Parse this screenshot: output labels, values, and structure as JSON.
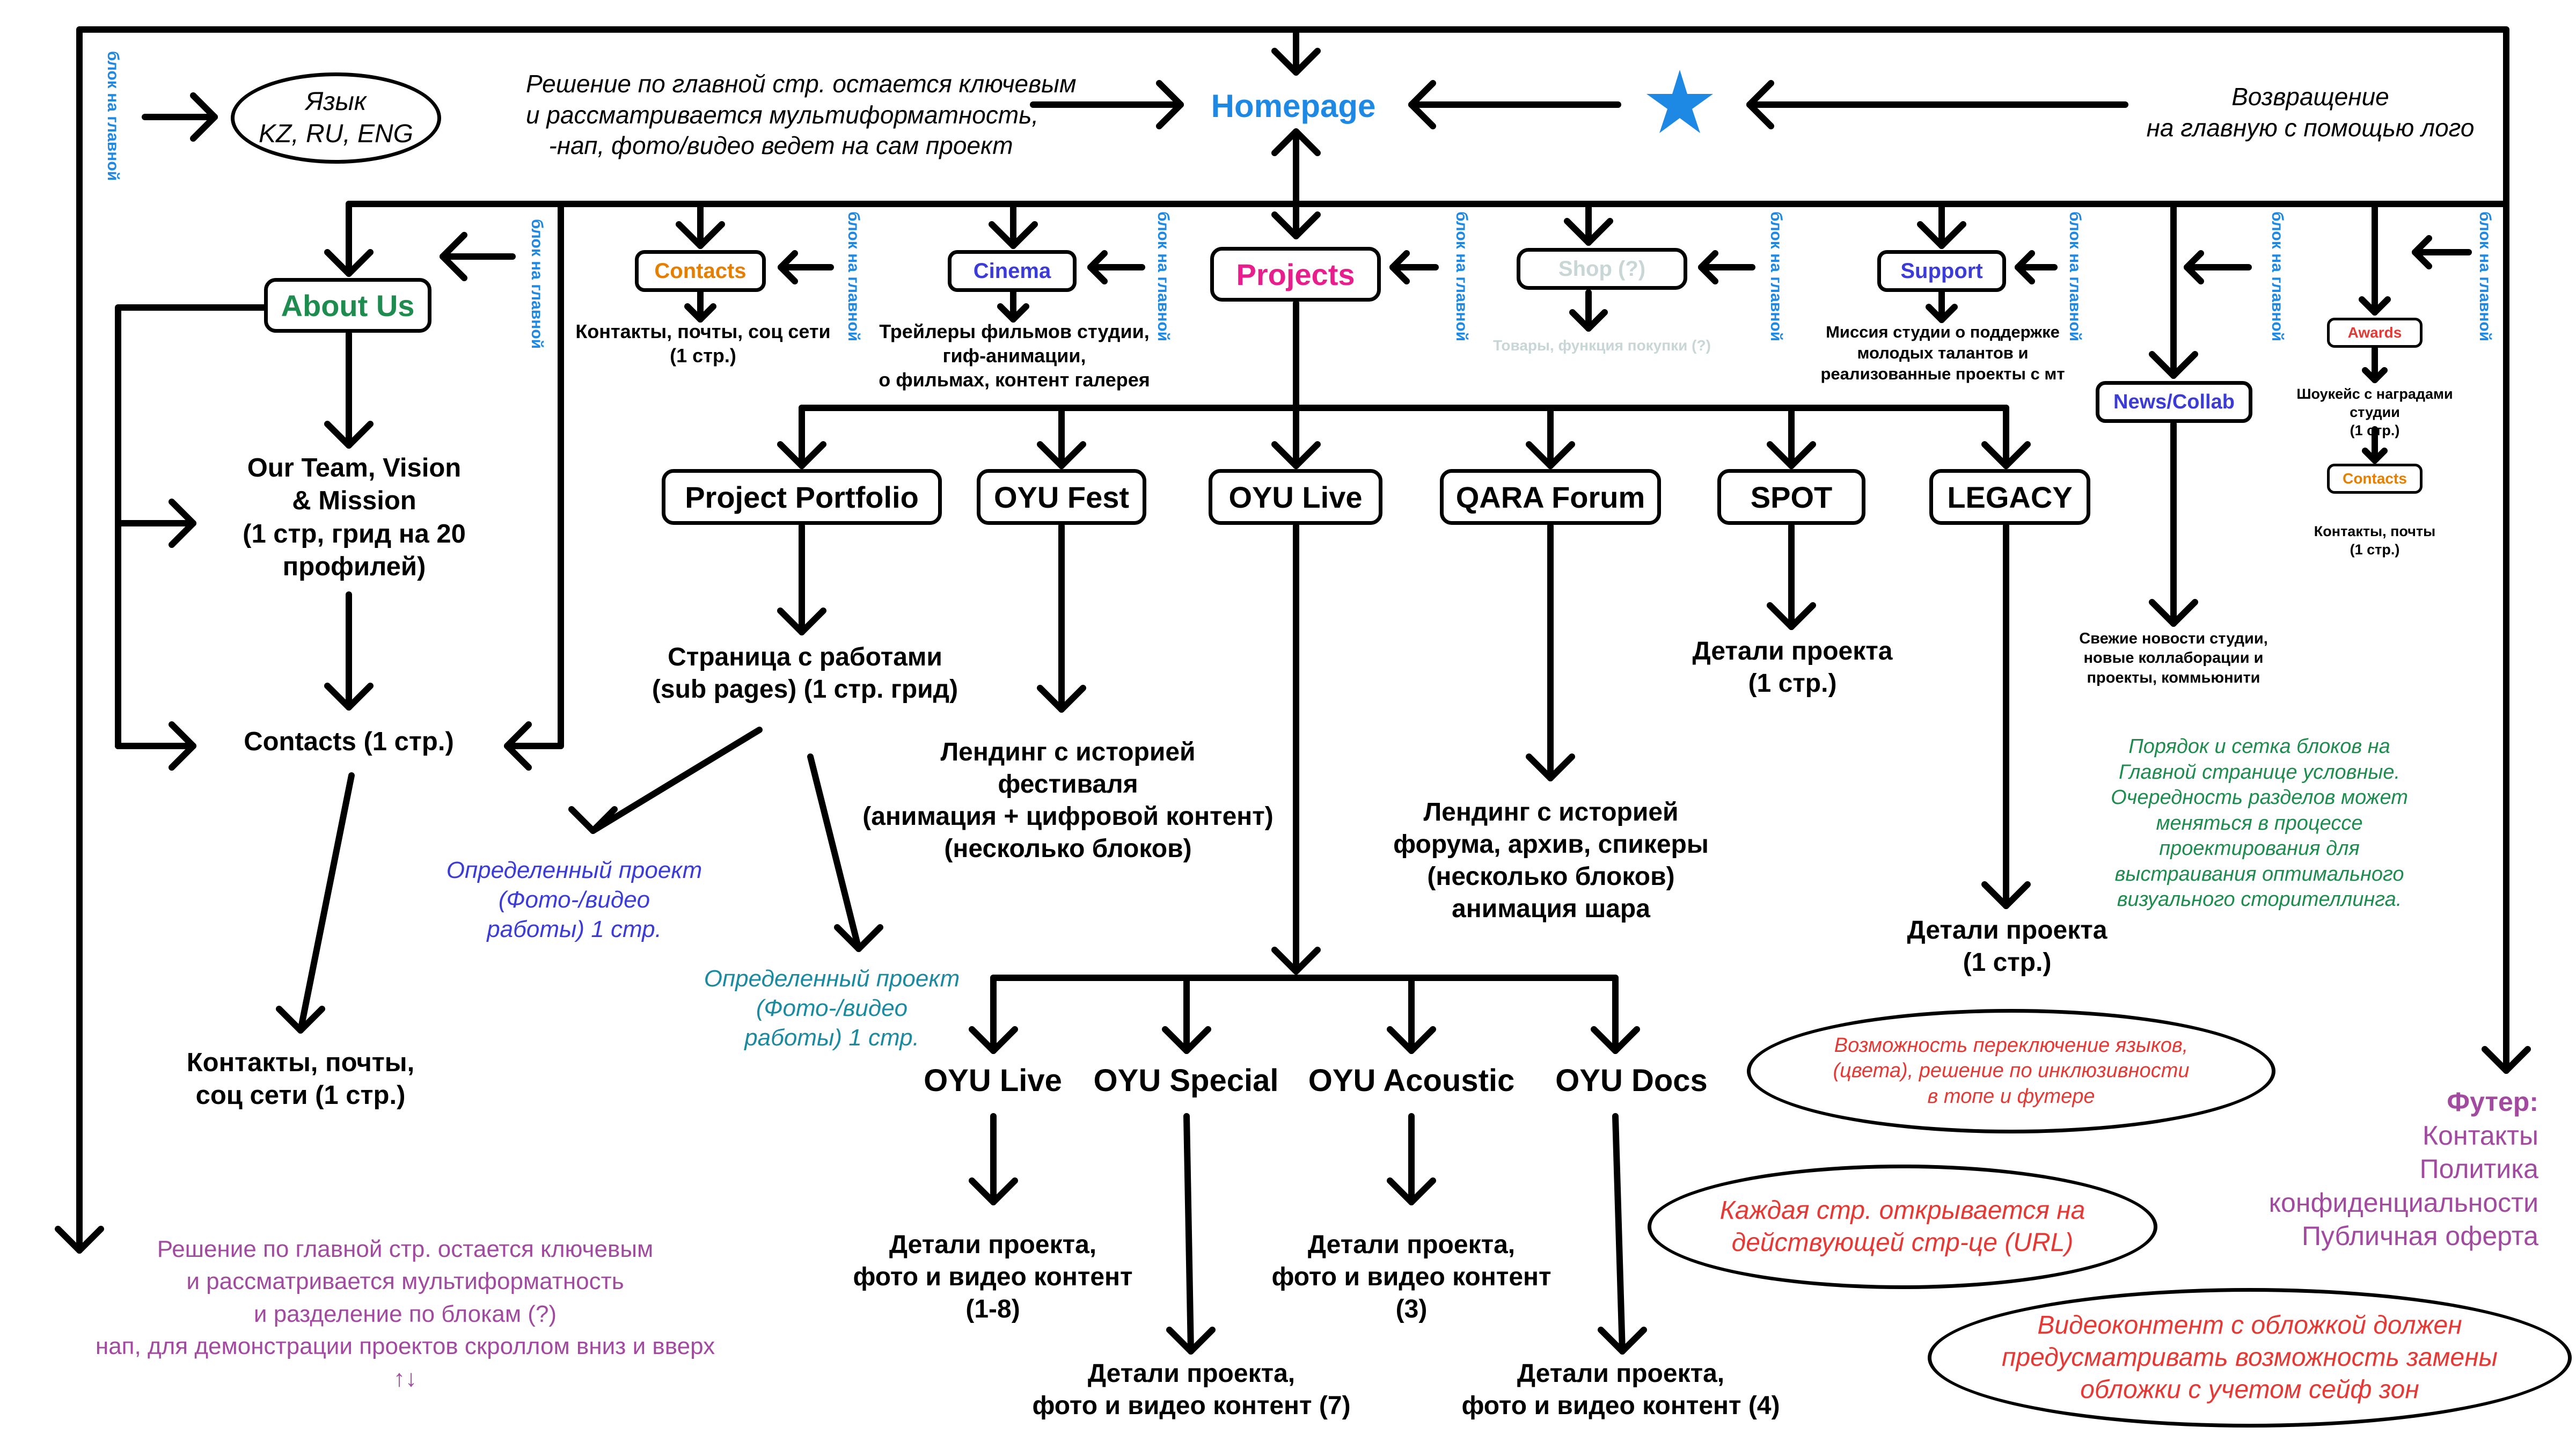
{
  "colors": {
    "blue": "#1e88e5",
    "green": "#1e8c4e",
    "magenta": "#e91e8c",
    "orange": "#e67e00",
    "indigo": "#3b3bd9",
    "purple": "#a24aa0",
    "teal": "#1a8aa0",
    "red": "#e53935",
    "faded": "#c8d6d6"
  },
  "top": {
    "homepage": "Homepage",
    "language_oval": [
      "Язык",
      "KZ, RU, ENG"
    ],
    "decision_note": [
      "Решение по главной стр. остается ключевым",
      "и рассматривается мультиформатность,",
      "-нап, фото/видео ведет на сам проект"
    ],
    "return_note": [
      "Возвращение",
      "на главную с помощью лого"
    ],
    "star_icon": "star-icon",
    "block_main_label": "блок на главной"
  },
  "nav": {
    "about": "About Us",
    "contacts": "Contacts",
    "cinema": "Cinema",
    "projects": "Projects",
    "shop": "Shop (?)",
    "support": "Support",
    "news": "News/Collab",
    "awards": "Awards",
    "awards_contacts": "Contacts"
  },
  "descriptions": {
    "contacts_desc": [
      "Контакты, почты, соц сети",
      "(1 стр.)"
    ],
    "cinema_desc": [
      "Трейлеры фильмов студии,",
      "гиф-анимации,",
      "о фильмах, контент галерея"
    ],
    "shop_desc": "Товары, функция покупки (?)",
    "support_desc": [
      "Миссия студии о поддержке",
      "молодых талантов и",
      "реализованные проекты с мт"
    ],
    "awards_desc": [
      "Шоукейс с наградами",
      "студии",
      "(1 стр.)"
    ],
    "awards_contacts_desc": [
      "Контакты, почты",
      "(1 стр.)"
    ],
    "news_desc": [
      "Свежие новости студии,",
      "новые коллаборации и",
      "проекты, коммьюнити"
    ]
  },
  "about_branch": {
    "team": [
      "Our Team, Vision",
      "& Mission",
      "(1 стр, грид на 20",
      "профилей)"
    ],
    "contacts_page": "Contacts (1 стр.)",
    "contacts_detail": [
      "Контакты, почты,",
      "соц сети (1 стр.)"
    ]
  },
  "projects_branch": {
    "portfolio": "Project Portfolio",
    "fest": "OYU Fest",
    "live": "OYU Live",
    "qara": "QARA Forum",
    "spot": "SPOT",
    "legacy": "LEGACY",
    "portfolio_desc": [
      "Страница с работами",
      "(sub pages) (1 стр. грид)"
    ],
    "project_a": [
      "Определенный проект",
      "(Фото-/видео",
      "работы) 1 стр."
    ],
    "project_b": [
      "Определенный проект",
      "(Фото-/видео",
      "работы) 1 стр."
    ],
    "fest_desc": [
      "Лендинг с историей",
      "фестиваля",
      "(анимация + цифровой контент)",
      "(несколько блоков)"
    ],
    "qara_desc": [
      "Лендинг с историей",
      "форума, архив, спикеры",
      "(несколько блоков)",
      "анимация шара"
    ],
    "spot_desc": [
      "Детали проекта",
      "(1 стр.)"
    ],
    "legacy_desc": [
      "Детали проекта",
      "(1 стр.)"
    ]
  },
  "live_branch": {
    "items": [
      "OYU Live",
      "OYU Special",
      "OYU Acoustic",
      "OYU Docs"
    ],
    "live_desc": [
      "Детали проекта,",
      "фото и видео контент",
      "(1-8)"
    ],
    "special_desc": [
      "Детали проекта,",
      "фото и видео контент (7)"
    ],
    "acoustic_desc": [
      "Детали проекта,",
      "фото и видео контент",
      "(3)"
    ],
    "docs_desc": [
      "Детали проекта,",
      "фото и видео контент (4)"
    ]
  },
  "notes": {
    "order_note": [
      "Порядок и сетка блоков на",
      "Главной странице условные.",
      "Очередность разделов может",
      "меняться в процессе",
      "проектирования для",
      "выстраивания оптимального",
      "визуального сторителлинга."
    ],
    "lang_oval": [
      "Возможность переключение языков,",
      "(цвета), решение по инклюзивности",
      "в топе и футере"
    ],
    "url_oval": [
      "Каждая стр. открывается на",
      "действующей стр-це (URL)"
    ],
    "video_oval": [
      "Видеоконтент с обложкой должен",
      "предусматривать возможность замены",
      "обложки с учетом сейф зон"
    ],
    "footer_title": "Футер:",
    "footer_items": [
      "Контакты",
      "Политика",
      "конфиденциальности",
      "Публичная оферта"
    ],
    "bottom_note": [
      "Решение по главной стр. остается ключевым",
      "и рассматривается мультиформатность",
      "и разделение по блокам (?)",
      "нап, для демонстрации проектов скроллом вниз и вверх",
      "↑↓"
    ]
  }
}
